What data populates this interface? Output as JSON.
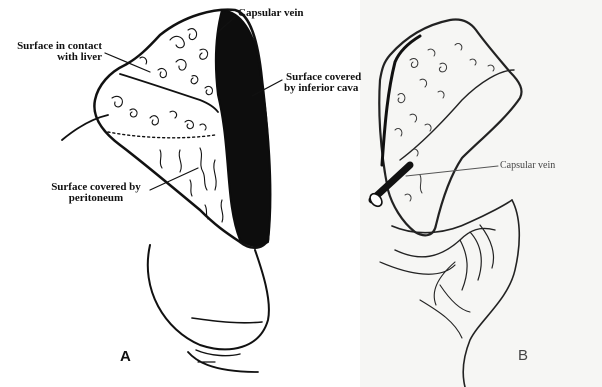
{
  "panel_a": {
    "label_capsular_vein": "Capsular vein",
    "label_surface_liver": [
      "Surface in contact",
      "with liver"
    ],
    "label_surface_cava": [
      "Surface covered",
      "by inferior cava"
    ],
    "label_surface_peritoneum": [
      "Surface covered by",
      "peritoneum"
    ],
    "panel_letter": "A"
  },
  "panel_b": {
    "label_capsular_vein": "Capsular vein",
    "panel_letter": "B"
  }
}
